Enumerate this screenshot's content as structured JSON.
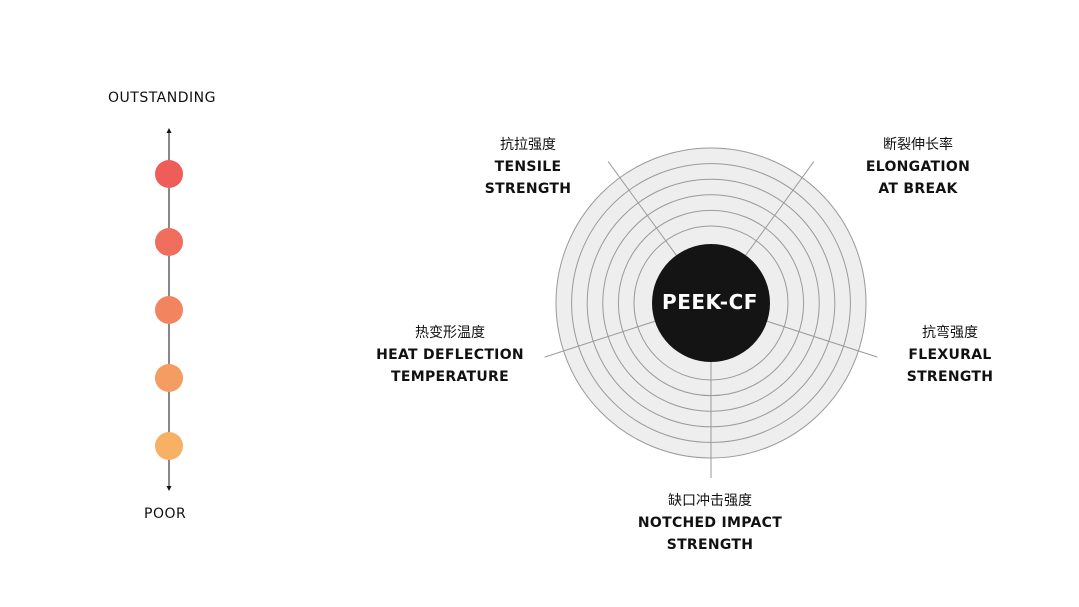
{
  "scale": {
    "top_label": "OUTSTANDING",
    "bottom_label": "POOR",
    "levels": [
      {
        "color": "#ef5d5b"
      },
      {
        "color": "#f06e5e"
      },
      {
        "color": "#f28560"
      },
      {
        "color": "#f49c62"
      },
      {
        "color": "#f7b064"
      }
    ]
  },
  "radar": {
    "center_label": "PEEK-CF",
    "ring_count": 6,
    "fill_color": "#eeeeee",
    "line_color": "#9a9a9a",
    "center_color": "#141414",
    "axes": [
      {
        "zh": "抗拉强度",
        "en_line1": "TENSILE",
        "en_line2": "STRENGTH"
      },
      {
        "zh": "断裂伸长率",
        "en_line1": "ELONGATION",
        "en_line2": "AT BREAK"
      },
      {
        "zh": "抗弯强度",
        "en_line1": "FLEXURAL",
        "en_line2": "STRENGTH"
      },
      {
        "zh": "缺口冲击强度",
        "en_line1": "NOTCHED IMPACT",
        "en_line2": "STRENGTH"
      },
      {
        "zh": "热变形温度",
        "en_line1": "HEAT DEFLECTION",
        "en_line2": "TEMPERATURE"
      }
    ]
  }
}
